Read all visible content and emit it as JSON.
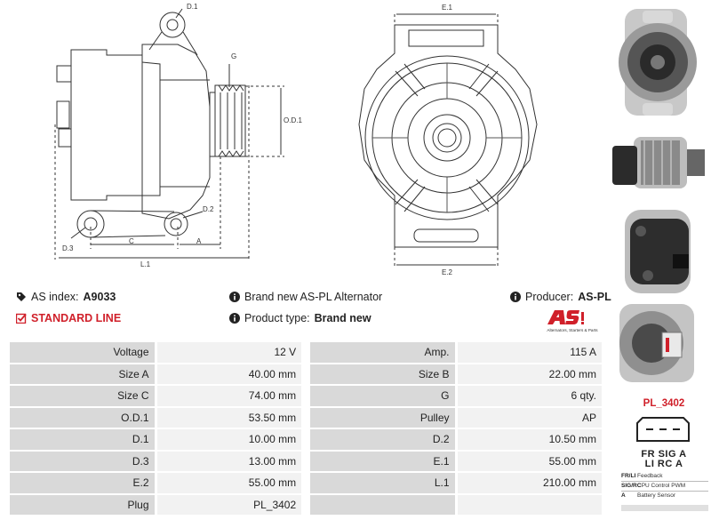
{
  "drawing": {
    "labels": {
      "d1": "D.1",
      "g": "G",
      "od1": "O.D.1",
      "d2": "D.2",
      "d3": "D.3",
      "c": "C",
      "a": "A",
      "l1": "L.1",
      "e1": "E.1",
      "e2": "E.2"
    }
  },
  "info": {
    "as_index_label": "AS index:",
    "as_index_value": "A9033",
    "description": "Brand new AS-PL Alternator",
    "producer_label": "Producer:",
    "producer_value": "AS-PL",
    "standard_line": "STANDARD LINE",
    "product_type_label": "Product type:",
    "product_type_value": "Brand new"
  },
  "brand": {
    "logo_text": "AS",
    "tagline": "Alternators, Starters & Parts",
    "accent_color": "#d0202a"
  },
  "specs": {
    "rows": [
      {
        "l1": "Voltage",
        "v1": "12 V",
        "l2": "Amp.",
        "v2": "115 A"
      },
      {
        "l1": "Size A",
        "v1": "40.00 mm",
        "l2": "Size B",
        "v2": "22.00 mm"
      },
      {
        "l1": "Size C",
        "v1": "74.00 mm",
        "l2": "G",
        "v2": "6 qty."
      },
      {
        "l1": "O.D.1",
        "v1": "53.50 mm",
        "l2": "Pulley",
        "v2": "AP"
      },
      {
        "l1": "D.1",
        "v1": "10.00 mm",
        "l2": "D.2",
        "v2": "10.50 mm"
      },
      {
        "l1": "D.3",
        "v1": "13.00 mm",
        "l2": "E.1",
        "v2": "55.00 mm"
      },
      {
        "l1": "E.2",
        "v1": "55.00 mm",
        "l2": "L.1",
        "v2": "210.00 mm"
      },
      {
        "l1": "Plug",
        "v1": "PL_3402",
        "l2": "",
        "v2": ""
      }
    ]
  },
  "plug": {
    "title": "PL_3402",
    "pins_top": "FR SIG  A",
    "pins_bottom": "LI  RC  A",
    "legend": [
      {
        "key": "FR/LI",
        "value": "Feedback"
      },
      {
        "key": "SIG/RC",
        "value": "CPU Control PWM"
      },
      {
        "key": "A",
        "value": "Battery Sensor"
      }
    ]
  }
}
